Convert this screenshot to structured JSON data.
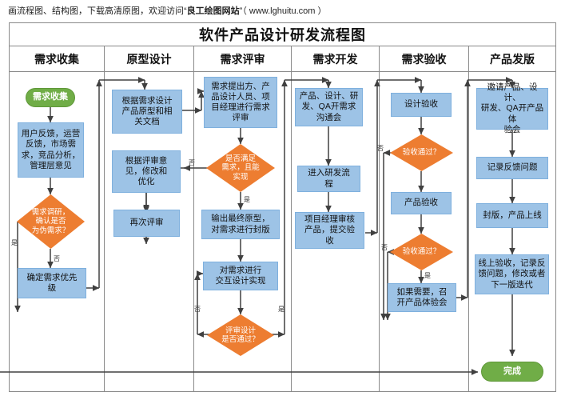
{
  "credit": {
    "prefix": "画流程图、结构图，下载高清原图，欢迎访问“",
    "site": "良工绘图网站",
    "suffix": "”（ www.lghuitu.com ）"
  },
  "chart": {
    "title": "软件产品设计研发流程图",
    "columns": [
      {
        "header": "需求收集"
      },
      {
        "header": "原型设计"
      },
      {
        "header": "需求评审"
      },
      {
        "header": "需求开发"
      },
      {
        "header": "需求验收"
      },
      {
        "header": "产品发版"
      }
    ],
    "colors": {
      "process_fill": "#9DC3E6",
      "decision_fill": "#ED7D31",
      "terminator_fill": "#70AD47",
      "frame_line": "#8A8A8A",
      "connector": "#404040"
    },
    "nodes": [
      {
        "id": "n1",
        "type": "terminator",
        "column": "需求收集",
        "text": "需求收集"
      },
      {
        "id": "n2",
        "type": "process",
        "column": "需求收集",
        "text": "用户反馈，运营\n反馈，市场需\n求，竞品分析，\n管理层意见"
      },
      {
        "id": "n3",
        "type": "decision",
        "column": "需求收集",
        "text": "需求调研，\n确认是否\n为伪需求？"
      },
      {
        "id": "n4",
        "type": "process",
        "column": "需求收集",
        "text": "确定需求优先\n级"
      },
      {
        "id": "n5",
        "type": "process",
        "column": "原型设计",
        "text": "根据需求设计\n产品原型和相\n关文档"
      },
      {
        "id": "n6",
        "type": "process",
        "column": "原型设计",
        "text": "根据评审意\n见，修改和\n优化"
      },
      {
        "id": "n7",
        "type": "process",
        "column": "原型设计",
        "text": "再次评审"
      },
      {
        "id": "n8",
        "type": "process",
        "column": "需求评审",
        "text": "需求提出方、产\n品设计人员、项\n目经理进行需求\n评审"
      },
      {
        "id": "n9",
        "type": "decision",
        "column": "需求评审",
        "text": "是否满足\n需求，且能\n实现"
      },
      {
        "id": "n10",
        "type": "process",
        "column": "需求评审",
        "text": "输出最终原型，\n对需求进行封版"
      },
      {
        "id": "n11",
        "type": "process",
        "column": "需求评审",
        "text": "对需求进行\n交互设计实现"
      },
      {
        "id": "n12",
        "type": "decision",
        "column": "需求评审",
        "text": "评审设计\n是否通过？"
      },
      {
        "id": "n13",
        "type": "process",
        "column": "需求开发",
        "text": "产品、设计、研\n发、QA开需求\n沟通会"
      },
      {
        "id": "n14",
        "type": "process",
        "column": "需求开发",
        "text": "进入研发流\n程"
      },
      {
        "id": "n15",
        "type": "process",
        "column": "需求开发",
        "text": "项目经理审核\n产品，提交验\n收"
      },
      {
        "id": "n16",
        "type": "process",
        "column": "需求验收",
        "text": "设计验收"
      },
      {
        "id": "n17",
        "type": "decision",
        "column": "需求验收",
        "text": "验收通过？"
      },
      {
        "id": "n18",
        "type": "process",
        "column": "需求验收",
        "text": "产品验收"
      },
      {
        "id": "n19",
        "type": "decision",
        "column": "需求验收",
        "text": "验收通过？"
      },
      {
        "id": "n20",
        "type": "process",
        "column": "需求验收",
        "text": "如果需要，召\n开产品体验会"
      },
      {
        "id": "n21",
        "type": "process",
        "column": "产品发版",
        "text": "邀请产品、设计、\n研发、QA开产品体\n验会"
      },
      {
        "id": "n22",
        "type": "process",
        "column": "产品发版",
        "text": "记录反馈问题"
      },
      {
        "id": "n23",
        "type": "process",
        "column": "产品发版",
        "text": "封版，产品上线"
      },
      {
        "id": "n24",
        "type": "process",
        "column": "产品发版",
        "text": "线上验收，记录反\n馈问题，修改或者\n下一版迭代"
      },
      {
        "id": "n25",
        "type": "terminator",
        "column": "产品发版",
        "text": "完成"
      }
    ],
    "edge_labels": [
      {
        "id": "e1",
        "text": "是",
        "from": "n3",
        "note": "left branch"
      },
      {
        "id": "e2",
        "text": "否",
        "from": "n3",
        "note": "down branch"
      },
      {
        "id": "e3",
        "text": "否",
        "from": "n9",
        "note": "left branch"
      },
      {
        "id": "e4",
        "text": "是",
        "from": "n9",
        "note": "down branch"
      },
      {
        "id": "e5",
        "text": "否",
        "from": "n12",
        "note": "left branch"
      },
      {
        "id": "e6",
        "text": "是",
        "from": "n12",
        "note": "right branch"
      },
      {
        "id": "e7",
        "text": "否",
        "from": "n17",
        "note": "left branch"
      },
      {
        "id": "e8",
        "text": "否",
        "from": "n19",
        "note": "left branch"
      },
      {
        "id": "e9",
        "text": "是",
        "from": "n19",
        "note": "down branch"
      }
    ]
  }
}
